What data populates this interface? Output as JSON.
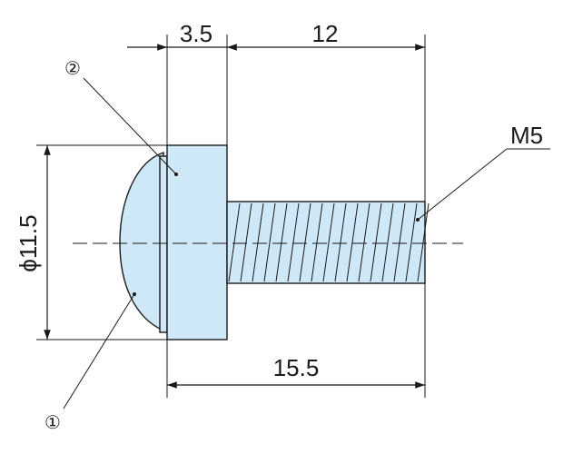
{
  "drawing": {
    "dimensions": {
      "head_length": "3.5",
      "thread_length": "12",
      "total_length": "15.5",
      "diameter": "ϕ11.5",
      "thread": "M5"
    },
    "callouts": {
      "part1": "①",
      "part2": "②"
    },
    "colors": {
      "part_fill": "#cfe8f7",
      "line": "#1a1a1a",
      "background": "#ffffff"
    }
  }
}
